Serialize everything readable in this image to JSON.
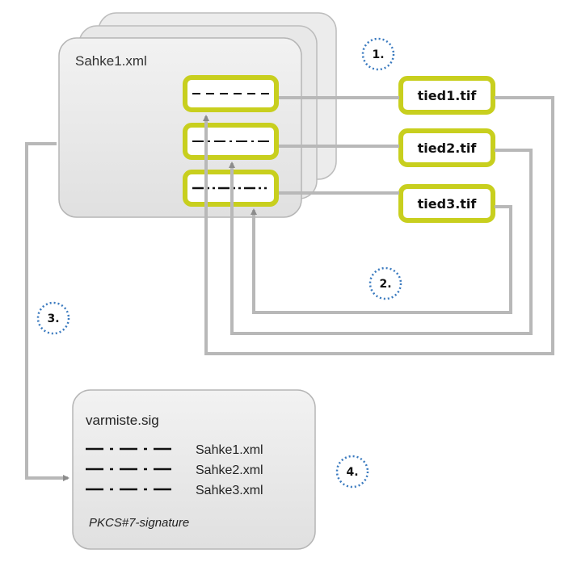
{
  "document": {
    "title": "Sahke1.xml"
  },
  "attachments": [
    {
      "name": "tied1.tif"
    },
    {
      "name": "tied2.tif"
    },
    {
      "name": "tied3.tif"
    }
  ],
  "steps": [
    "1.",
    "2.",
    "3.",
    "4."
  ],
  "signature": {
    "title": "varmiste.sig",
    "entries": [
      "Sahke1.xml",
      "Sahke2.xml",
      "Sahke3.xml"
    ],
    "type_label": "PKCS#7-signature"
  },
  "colors": {
    "accent": "#c8cf1e",
    "panel": "#e6e6e6",
    "connector": "#b8b8b8",
    "step_ring": "#3a7abf"
  }
}
